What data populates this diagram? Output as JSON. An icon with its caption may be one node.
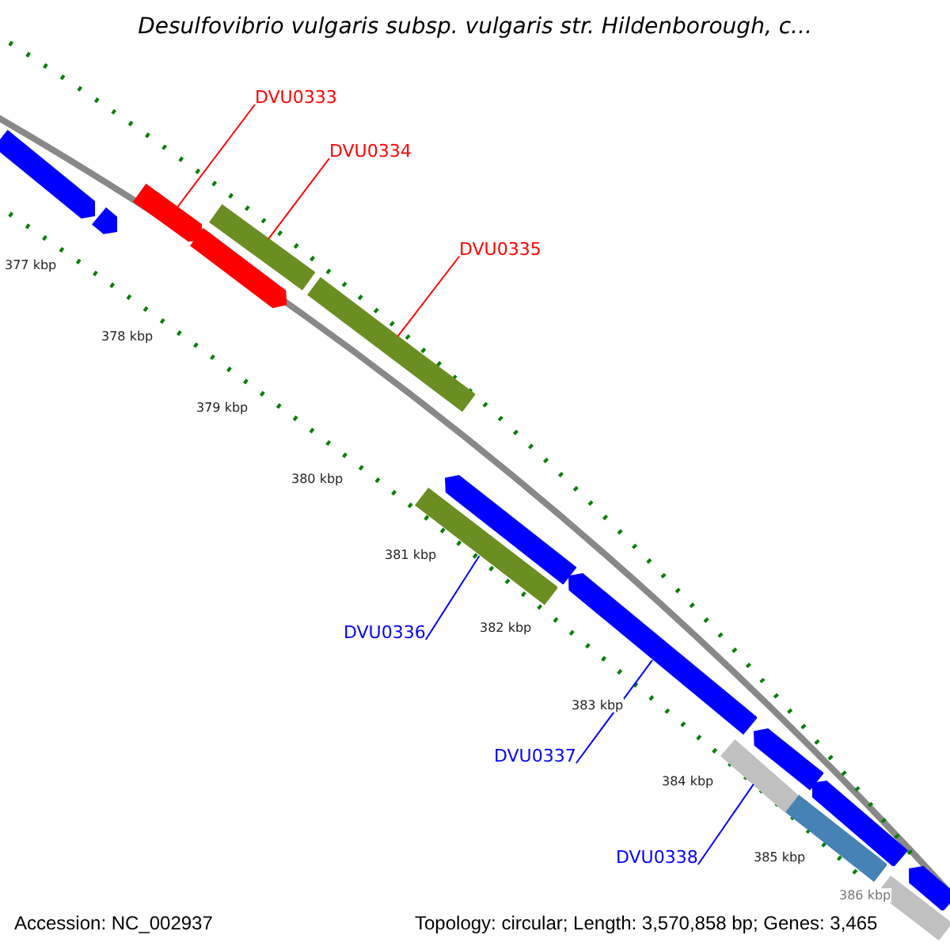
{
  "diagram": {
    "title": "Desulfovibrio vulgaris subsp. vulgaris str. Hildenborough, c...",
    "nodes": [
      {
        "text": [
          "DVU0333"
        ]
      },
      {
        "text": [
          "DVU0334"
        ]
      },
      {
        "text": [
          "DVU0335"
        ]
      },
      {
        "text": [
          "DVU0336"
        ]
      },
      {
        "text": [
          "DVU0337"
        ]
      },
      {
        "text": [
          "DVU0338"
        ]
      },
      {
        "text": [],
        "shape": "bar"
      },
      {
        "text": [],
        "shape": "bar"
      },
      {
        "text": [],
        "shape": "bar"
      },
      {
        "text": [],
        "shape": "bar"
      },
      {
        "text": [],
        "shape": "bar"
      },
      {
        "text": [],
        "shape": "bar"
      },
      {
        "text": [],
        "shape": "bar"
      },
      {
        "text": [],
        "shape": "bar"
      },
      {
        "text": [],
        "shape": "bar"
      },
      {
        "text": [],
        "shape": "bar"
      },
      {
        "text": [],
        "shape": "bar"
      },
      {
        "text": [],
        "shape": "bar"
      },
      {
        "text": [],
        "shape": "bar"
      },
      {
        "text": [],
        "shape": "bar"
      },
      {
        "text": [],
        "shape": "bar"
      }
    ],
    "edges": [
      {
        "from": 0,
        "to": 6,
        "arrow": "none",
        "color": "#ff0000"
      },
      {
        "from": 1,
        "to": 7,
        "arrow": "none",
        "color": "#ff0000"
      },
      {
        "from": 2,
        "to": 8,
        "arrow": "none",
        "color": "#ff0000"
      },
      {
        "from": 3,
        "to": 9,
        "arrow": "none",
        "color": "#0000ff"
      },
      {
        "from": 4,
        "to": 10,
        "arrow": "none",
        "color": "#0000ff"
      },
      {
        "from": 5,
        "to": 11,
        "arrow": "none",
        "color": "#0000ff"
      }
    ],
    "labels": [
      "377 kbp",
      "378 kbp",
      "379 kbp",
      "380 kbp",
      "381 kbp",
      "382 kbp",
      "383 kbp",
      "384 kbp",
      "385 kbp",
      "386 kbp",
      "Accession: NC_002937",
      "Topology: circular; Length: 3,570,858 bp; Genes: 3,465"
    ]
  }
}
